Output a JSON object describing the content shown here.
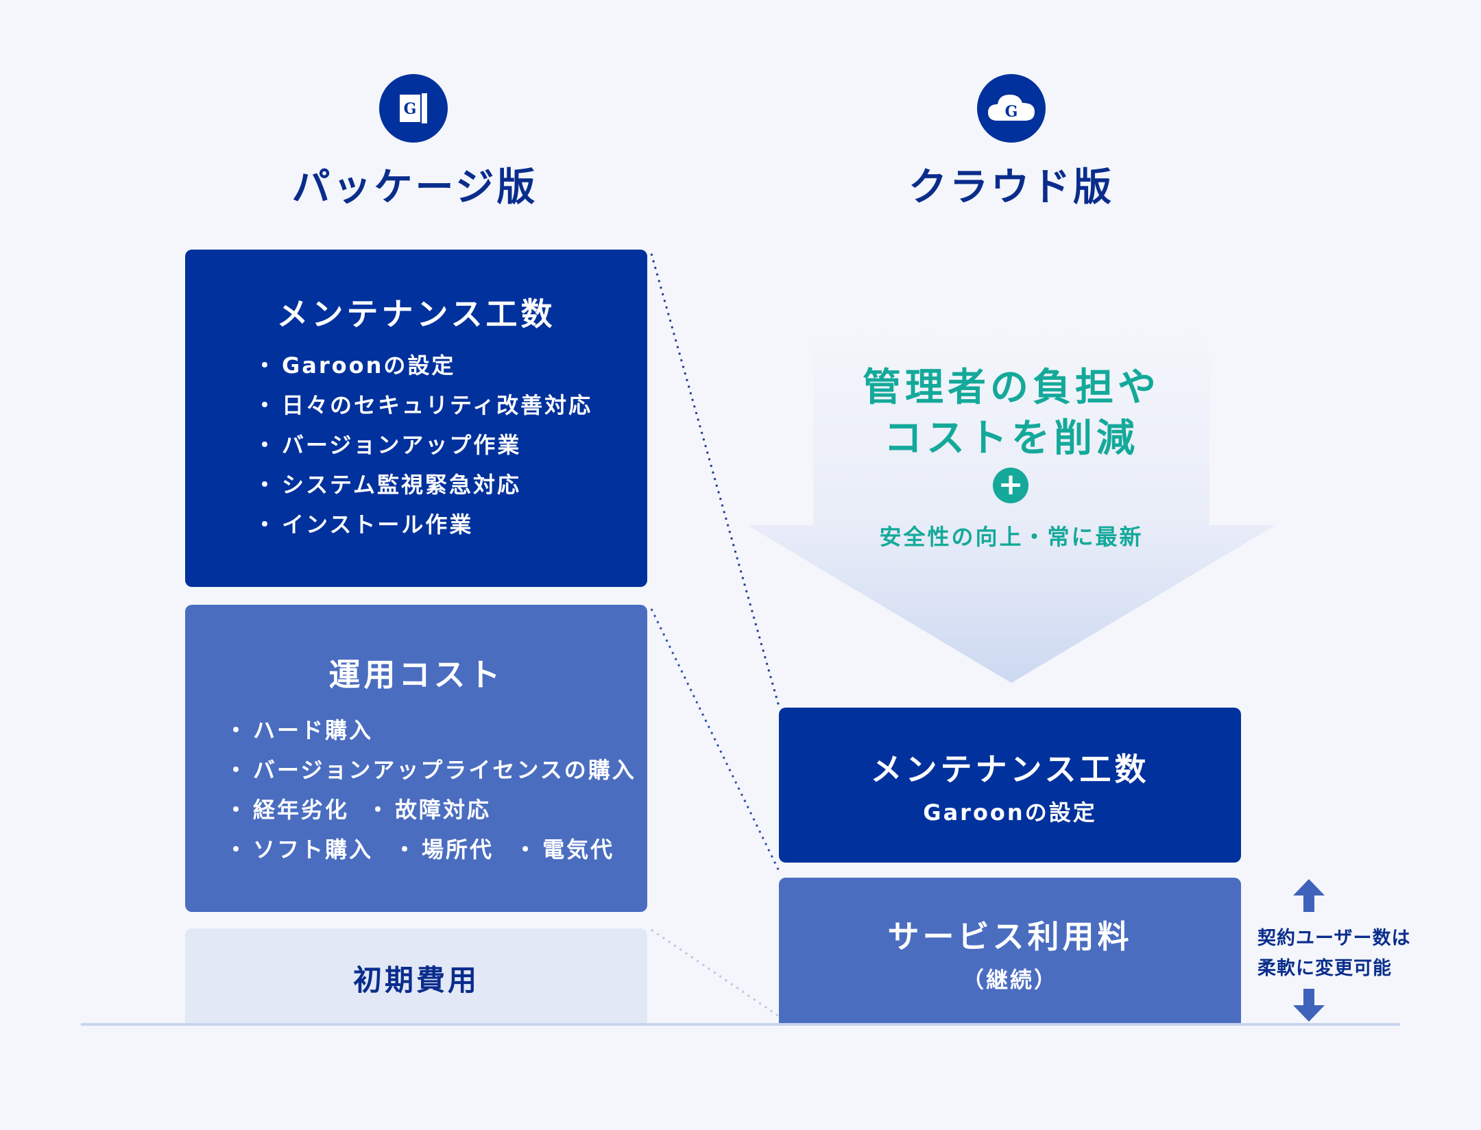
{
  "package": {
    "icon": "package-g-icon",
    "title": "パッケージ版",
    "maintenance": {
      "title": "メンテナンス工数",
      "items": [
        "Garoonの設定",
        "日々のセキュリティ改善対応",
        "バージョンアップ作業",
        "システム監視緊急対応",
        "インストール作業"
      ]
    },
    "operation": {
      "title": "運用コスト",
      "items": [
        "ハード購入",
        "バージョンアップライセンスの購入"
      ],
      "row3": [
        "経年劣化",
        "故障対応"
      ],
      "row4": [
        "ソフト購入",
        "場所代",
        "電気代"
      ]
    },
    "initial": {
      "title": "初期費用"
    }
  },
  "cloud": {
    "icon": "cloud-g-icon",
    "title": "クラウド版",
    "arrow": {
      "line1": "管理者の負担や",
      "line2": "コストを削減",
      "plus_icon": "plus-icon",
      "sub": "安全性の向上・常に最新"
    },
    "maintenance": {
      "title": "メンテナンス工数",
      "sub": "Garoonの設定"
    },
    "service": {
      "title": "サービス利用料",
      "sub": "（継続）"
    },
    "note": {
      "line1": "契約ユーザー数は",
      "line2": "柔軟に変更可能"
    }
  },
  "colors": {
    "dark_blue": "#00319c",
    "mid_blue": "#4a6dc0",
    "light_blue": "#e2e8f6",
    "title_blue": "#0a2d8c",
    "teal": "#14a99a",
    "background": "#f4f6fb"
  }
}
